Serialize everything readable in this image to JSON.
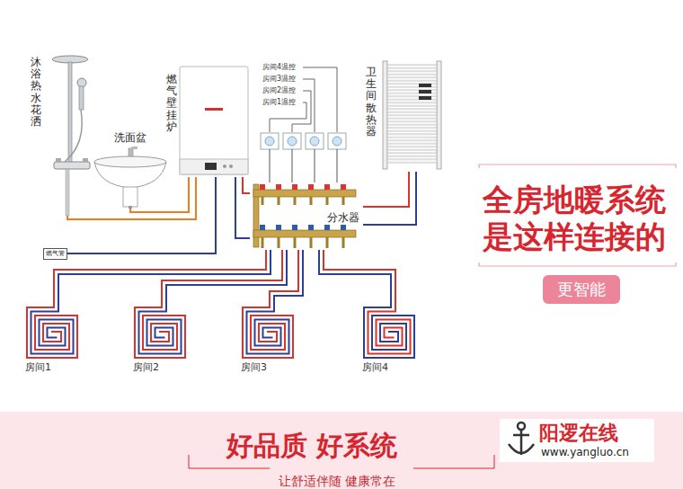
{
  "diagram": {
    "title": "全房地暖系统 是这样连接的",
    "nodes": [
      {
        "text": [
          "沐浴热水花洒"
        ]
      },
      {
        "text": [
          "洗面盆"
        ]
      },
      {
        "text": [
          "燃气壁挂炉"
        ]
      },
      {
        "text": [
          "房间4温控"
        ]
      },
      {
        "text": [
          "房间3温控"
        ]
      },
      {
        "text": [
          "房间2温控"
        ]
      },
      {
        "text": [
          "房间1温控"
        ]
      },
      {
        "text": [
          "卫生间散热器"
        ]
      },
      {
        "text": [
          "分水器"
        ]
      },
      {
        "text": [
          "燃气管"
        ]
      },
      {
        "text": [
          "房间1"
        ]
      },
      {
        "text": [
          "房间2"
        ]
      },
      {
        "text": [
          "房间3"
        ]
      },
      {
        "text": [
          "房间4"
        ]
      },
      {
        "text": [
          "更智能"
        ]
      }
    ],
    "edges": [
      {
        "from": 2,
        "to": 0,
        "arrow": "none"
      },
      {
        "from": 2,
        "to": 1,
        "arrow": "none"
      },
      {
        "from": 2,
        "to": 8,
        "arrow": "none"
      },
      {
        "from": 8,
        "to": 2,
        "arrow": "none"
      },
      {
        "from": 9,
        "to": 2,
        "arrow": "none"
      },
      {
        "from": 8,
        "to": 7,
        "arrow": "none"
      },
      {
        "from": 7,
        "to": 8,
        "arrow": "none"
      },
      {
        "from": 3,
        "to": 8,
        "arrow": "none"
      },
      {
        "from": 4,
        "to": 8,
        "arrow": "none"
      },
      {
        "from": 5,
        "to": 8,
        "arrow": "none"
      },
      {
        "from": 6,
        "to": 8,
        "arrow": "none"
      },
      {
        "from": 8,
        "to": 10,
        "arrow": "none"
      },
      {
        "from": 8,
        "to": 11,
        "arrow": "none"
      },
      {
        "from": 8,
        "to": 12,
        "arrow": "none"
      },
      {
        "from": 8,
        "to": 13,
        "arrow": "none"
      }
    ],
    "labels": [
      "好品质 好系统",
      "让舒适伴随 健康常在",
      "阳逻在线",
      "www.yangluo.cn"
    ]
  }
}
